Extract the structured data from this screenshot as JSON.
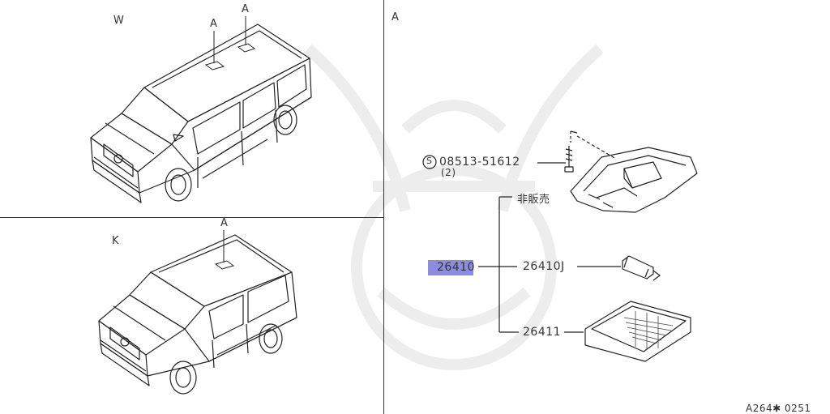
{
  "panels": {
    "variant_w": {
      "label": "W",
      "callouts": [
        "A",
        "A"
      ]
    },
    "variant_k": {
      "label": "K",
      "callouts": [
        "A"
      ]
    },
    "detail": {
      "label": "A"
    }
  },
  "parts": {
    "screw": {
      "symbol": "S",
      "number": "08513-51612",
      "quantity": "(2)"
    },
    "not_for_sale": "非販売",
    "main_part": "26410",
    "bulb": "26410J",
    "lens": "26411"
  },
  "diagram_code": "A264✱ 0251",
  "colors": {
    "highlight": "#8c8ce0",
    "line": "#222222",
    "watermark": "#ececec"
  }
}
